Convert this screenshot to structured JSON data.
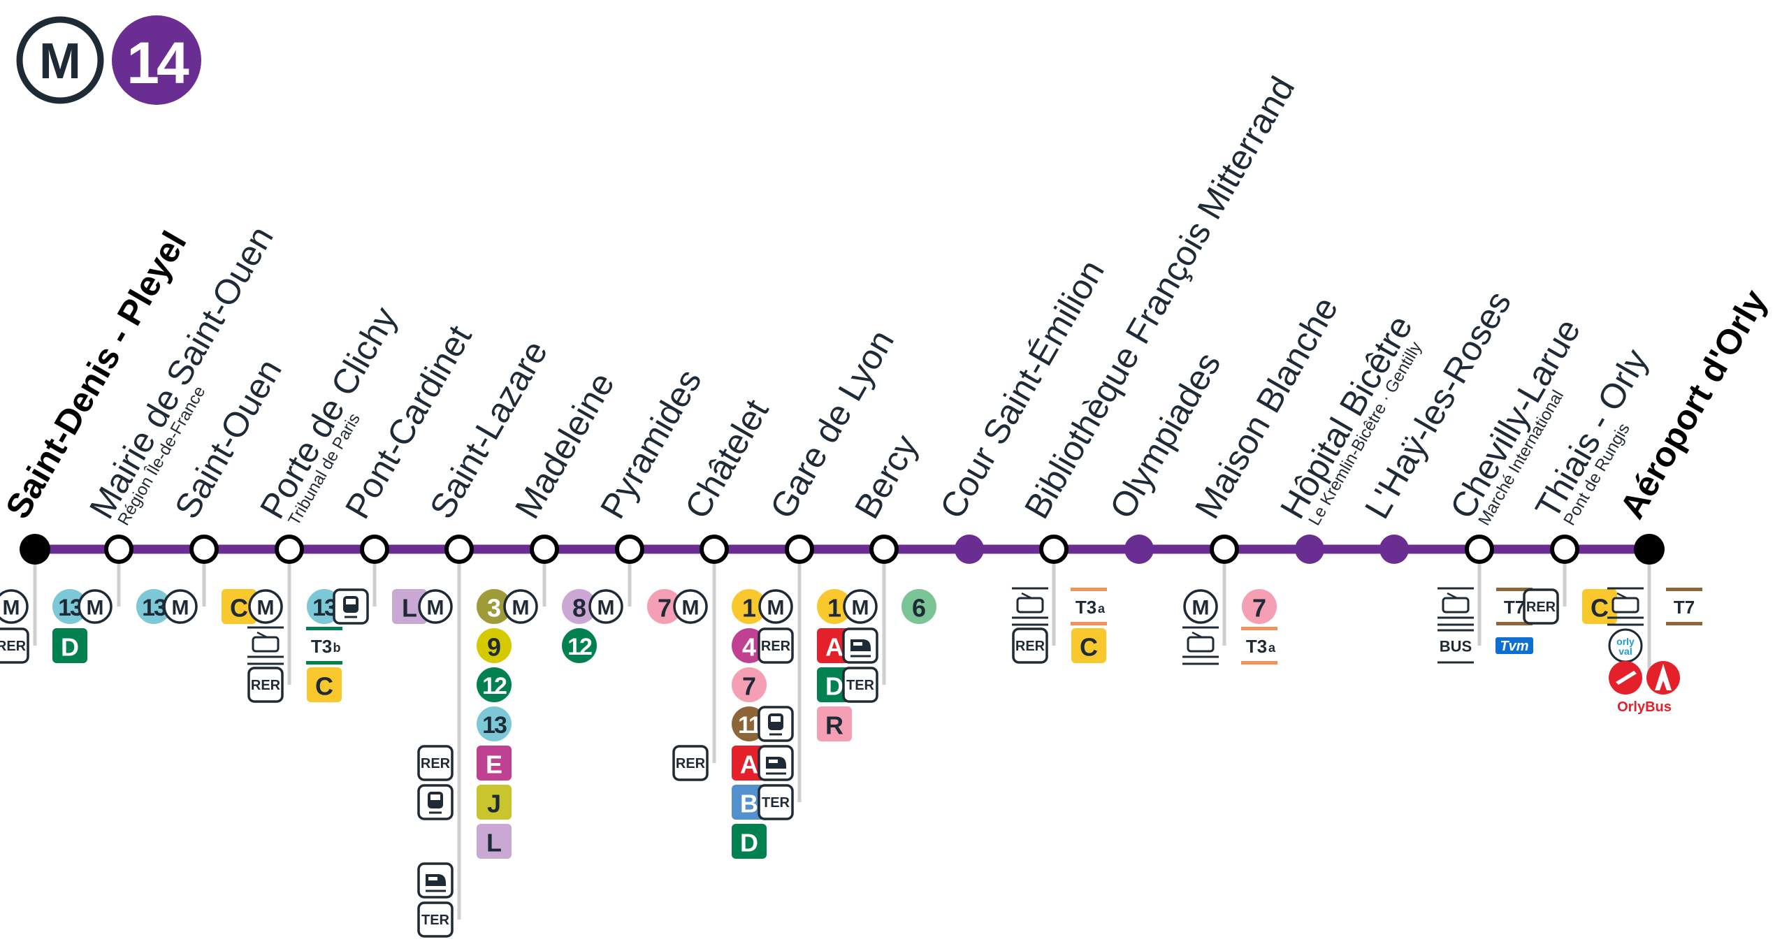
{
  "header": {
    "mode_label": "M",
    "line_number": "14"
  },
  "colors": {
    "line": "#6a2d91",
    "navy": "#1f2a37",
    "rer_a": "#e4202a",
    "rer_b": "#5291ce",
    "rer_c": "#f9c82c",
    "rer_d": "#00814f",
    "rer_e": "#c04191",
    "m1": "#f9c82c",
    "m3": "#9e9b38",
    "m4": "#c04191",
    "m6": "#7bc496",
    "m7": "#f49fb3",
    "m8": "#cba7d3",
    "m9": "#d5c900",
    "m11": "#8e6538",
    "m12": "#00814f",
    "m13": "#7cc8d6",
    "t_j": "#c9c52e",
    "t_l": "#c9a9d4",
    "t_r": "#f49fb3",
    "t3a": "#f0925a",
    "t3b": "#00814f",
    "t7": "#8e6538",
    "tvm": "#0d6fd1",
    "orlybus": "#e4202a",
    "orlyval": "#1f9bd4"
  },
  "stations": [
    {
      "name": "Saint-Denis - Pleyel",
      "subtitle": "",
      "terminus": true,
      "interchange": true,
      "rows": [
        {
          "left": "M",
          "right": [
            "13"
          ]
        },
        {
          "left": "RER",
          "right": [
            "D"
          ]
        }
      ]
    },
    {
      "name": "Mairie de Saint-Ouen",
      "subtitle": "Région Île-de-France",
      "terminus": false,
      "interchange": true,
      "rows": [
        {
          "left": "M",
          "right": [
            "13"
          ]
        }
      ]
    },
    {
      "name": "Saint-Ouen",
      "subtitle": "",
      "terminus": false,
      "interchange": true,
      "rows": [
        {
          "left": "M",
          "right": [
            "C"
          ]
        }
      ]
    },
    {
      "name": "Porte de Clichy",
      "subtitle": "Tribunal de Paris",
      "terminus": false,
      "interchange": true,
      "rows": [
        {
          "left": "M",
          "right": [
            "13"
          ]
        },
        {
          "left": "TRAM",
          "right": [
            "T3b"
          ]
        },
        {
          "left": "RER",
          "right": [
            "C"
          ]
        }
      ]
    },
    {
      "name": "Pont-Cardinet",
      "subtitle": "",
      "terminus": false,
      "interchange": true,
      "rows": [
        {
          "left": "TRAIN",
          "right": [
            "L"
          ]
        }
      ]
    },
    {
      "name": "Saint-Lazare",
      "subtitle": "",
      "terminus": false,
      "interchange": true,
      "rows": [
        {
          "left": "M",
          "right": [
            "3",
            "9",
            "12",
            "13"
          ]
        },
        {
          "left": "RER",
          "right": [
            "E"
          ]
        },
        {
          "left": "TRAIN",
          "right": [
            "J",
            "L"
          ]
        },
        {
          "left": "TGV",
          "right": []
        },
        {
          "left": "TER",
          "right": []
        }
      ]
    },
    {
      "name": "Madeleine",
      "subtitle": "",
      "terminus": false,
      "interchange": true,
      "rows": [
        {
          "left": "M",
          "right": [
            "8",
            "12"
          ]
        }
      ]
    },
    {
      "name": "Pyramides",
      "subtitle": "",
      "terminus": false,
      "interchange": true,
      "rows": [
        {
          "left": "M",
          "right": [
            "7"
          ]
        }
      ]
    },
    {
      "name": "Châtelet",
      "subtitle": "",
      "terminus": false,
      "interchange": true,
      "rows": [
        {
          "left": "M",
          "right": [
            "1",
            "4",
            "7",
            "11"
          ]
        },
        {
          "left": "RER",
          "right": [
            "A",
            "B",
            "D"
          ]
        }
      ]
    },
    {
      "name": "Gare de Lyon",
      "subtitle": "",
      "terminus": false,
      "interchange": true,
      "rows": [
        {
          "left": "M",
          "right": [
            "1"
          ]
        },
        {
          "left": "RER",
          "right": [
            "A",
            "D"
          ]
        },
        {
          "left": "TRAIN",
          "right": [
            "R"
          ]
        },
        {
          "left": "TGV",
          "right": []
        },
        {
          "left": "TER",
          "right": []
        }
      ]
    },
    {
      "name": "Bercy",
      "subtitle": "",
      "terminus": false,
      "interchange": true,
      "rows": [
        {
          "left": "M",
          "right": [
            "6"
          ]
        },
        {
          "left": "TGV",
          "right": []
        },
        {
          "left": "TER",
          "right": []
        }
      ]
    },
    {
      "name": "Cour Saint-Émilion",
      "subtitle": "",
      "terminus": false,
      "interchange": false,
      "rows": []
    },
    {
      "name": "Bibliothèque François Mitterrand",
      "subtitle": "",
      "terminus": false,
      "interchange": true,
      "rows": [
        {
          "left": "TRAM",
          "right": [
            "T3a"
          ]
        },
        {
          "left": "RER",
          "right": [
            "C"
          ]
        }
      ]
    },
    {
      "name": "Olympiades",
      "subtitle": "",
      "terminus": false,
      "interchange": false,
      "rows": []
    },
    {
      "name": "Maison Blanche",
      "subtitle": "",
      "terminus": false,
      "interchange": true,
      "rows": [
        {
          "left": "M",
          "right": [
            "7"
          ]
        },
        {
          "left": "TRAM",
          "right": [
            "T3a"
          ]
        }
      ]
    },
    {
      "name": "Hôpital Bicêtre",
      "subtitle": "Le Kremlin-Bicêtre · Gentilly",
      "terminus": false,
      "interchange": false,
      "rows": []
    },
    {
      "name": "L'Haÿ-les-Roses",
      "subtitle": "",
      "terminus": false,
      "interchange": false,
      "rows": []
    },
    {
      "name": "Chevilly-Larue",
      "subtitle": "Marché International",
      "terminus": false,
      "interchange": true,
      "rows": [
        {
          "left": "TRAM",
          "right": [
            "T7"
          ]
        },
        {
          "left": "BUS",
          "right": [
            "Tvm"
          ]
        }
      ]
    },
    {
      "name": "Thiais - Orly",
      "subtitle": "Pont de Rungis",
      "terminus": false,
      "interchange": true,
      "rows": [
        {
          "left": "RER",
          "right": [
            "C"
          ]
        }
      ]
    },
    {
      "name": "Aéroport d'Orly",
      "subtitle": "",
      "terminus": true,
      "interchange": true,
      "rows": [
        {
          "left": "TRAM",
          "right": [
            "T7"
          ]
        },
        {
          "left": "ORLYVAL",
          "right": []
        },
        {
          "left": "ORLYBUS",
          "right": []
        }
      ]
    }
  ],
  "labels": {
    "rer": "RER",
    "ter": "TER",
    "bus": "BUS",
    "orlybus": "OrlyBus",
    "orlyval": "orly val"
  }
}
